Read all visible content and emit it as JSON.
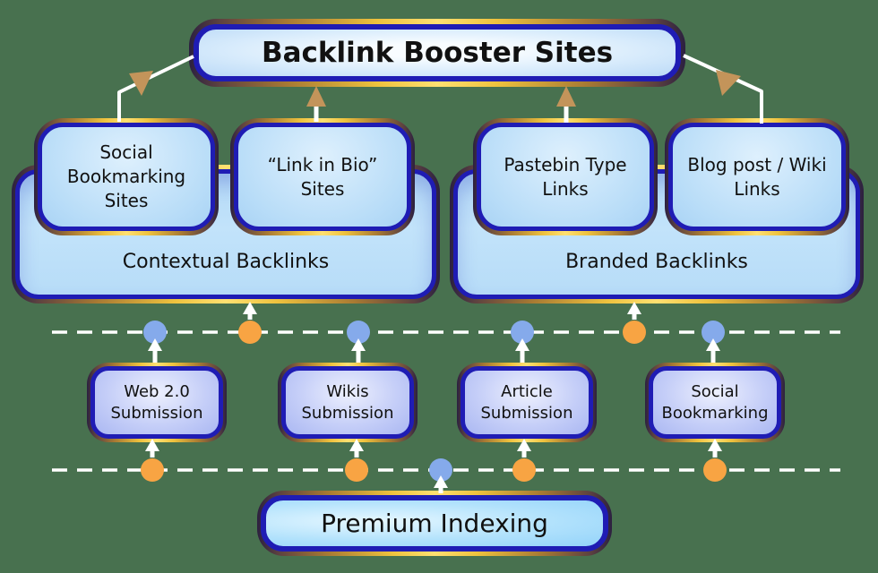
{
  "background_color": "#48714F",
  "colors": {
    "node_blue": "#85AAEB",
    "node_orange": "#F8A443",
    "arrowhead_tan": "#C3945A",
    "border_navy": "#1F1CB4",
    "gold_edge": "#FFE071",
    "box_fill_sky": "#BBDDF8",
    "box_fill_lavender": "#C6CFF8",
    "box_fill_cyan": "#A5DCFB",
    "connector_white": "#FFFFFF",
    "text_color": "#111111"
  },
  "diagram": {
    "title": "Backlink Booster Sites",
    "groups": [
      {
        "label": "Contextual Backlinks",
        "children": [
          "Social Bookmarking Sites",
          "“Link in Bio” Sites"
        ]
      },
      {
        "label": "Branded Backlinks",
        "children": [
          "Pastebin Type Links",
          "Blog post / Wiki Links"
        ]
      }
    ],
    "middle_row": [
      "Web 2.0 Submission",
      "Wikis Submission",
      "Article Submission",
      "Social Bookmarking"
    ],
    "bottom": "Premium Indexing"
  }
}
